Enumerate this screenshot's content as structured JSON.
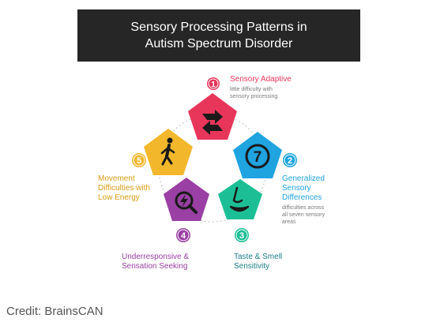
{
  "title": {
    "line1": "Sensory Processing Patterns in",
    "line2": "Autism Spectrum Disorder"
  },
  "patterns": [
    {
      "number": "1",
      "title_lines": [
        "Sensory Adaptive"
      ],
      "subtitle_lines": [
        "little difficulty with",
        "sensory processing"
      ],
      "color": "#e8365b",
      "icon": "swap-arrows-icon"
    },
    {
      "number": "2",
      "title_lines": [
        "Generalized",
        "Sensory",
        "Differences"
      ],
      "subtitle_lines": [
        "difficulties across",
        "all seven sensory",
        "areas"
      ],
      "color": "#1fa4e0",
      "icon": "number-seven-circle-icon",
      "icon_text": "7"
    },
    {
      "number": "3",
      "title_lines": [
        "Taste & Smell",
        "Sensitivity"
      ],
      "subtitle_lines": [],
      "color": "#1cbf95",
      "icon": "nose-mouth-icon"
    },
    {
      "number": "4",
      "title_lines": [
        "Underresponsive &",
        "Sensation Seeking"
      ],
      "subtitle_lines": [],
      "color": "#9a3fa3",
      "icon": "magnifier-bolt-icon"
    },
    {
      "number": "5",
      "title_lines": [
        "Movement",
        "Difficulties with",
        "Low Energy"
      ],
      "subtitle_lines": [],
      "color": "#f2b72b",
      "icon": "walking-person-icon"
    }
  ],
  "credit": "Credit: BrainsCAN"
}
